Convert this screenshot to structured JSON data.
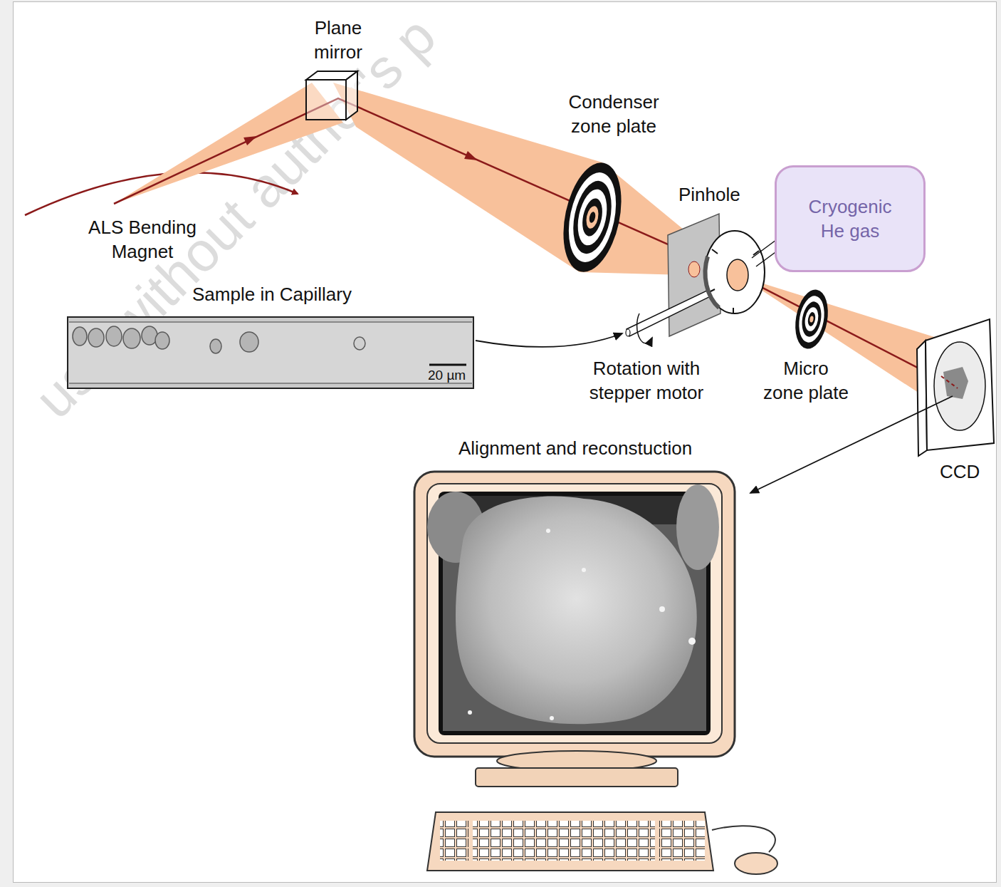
{
  "diagram": {
    "nodes": [
      {
        "text": [
          "Cryogenic He gas"
        ]
      }
    ],
    "labels": [
      "Plane mirror",
      "Condenser zone plate",
      "Pinhole",
      "ALS Bending Magnet",
      "Sample in Capillary",
      "20 µm",
      "Rotation with stepper motor",
      "Micro zone plate",
      "CCD",
      "Alignment and reconstuction",
      "use without author's p"
    ]
  }
}
